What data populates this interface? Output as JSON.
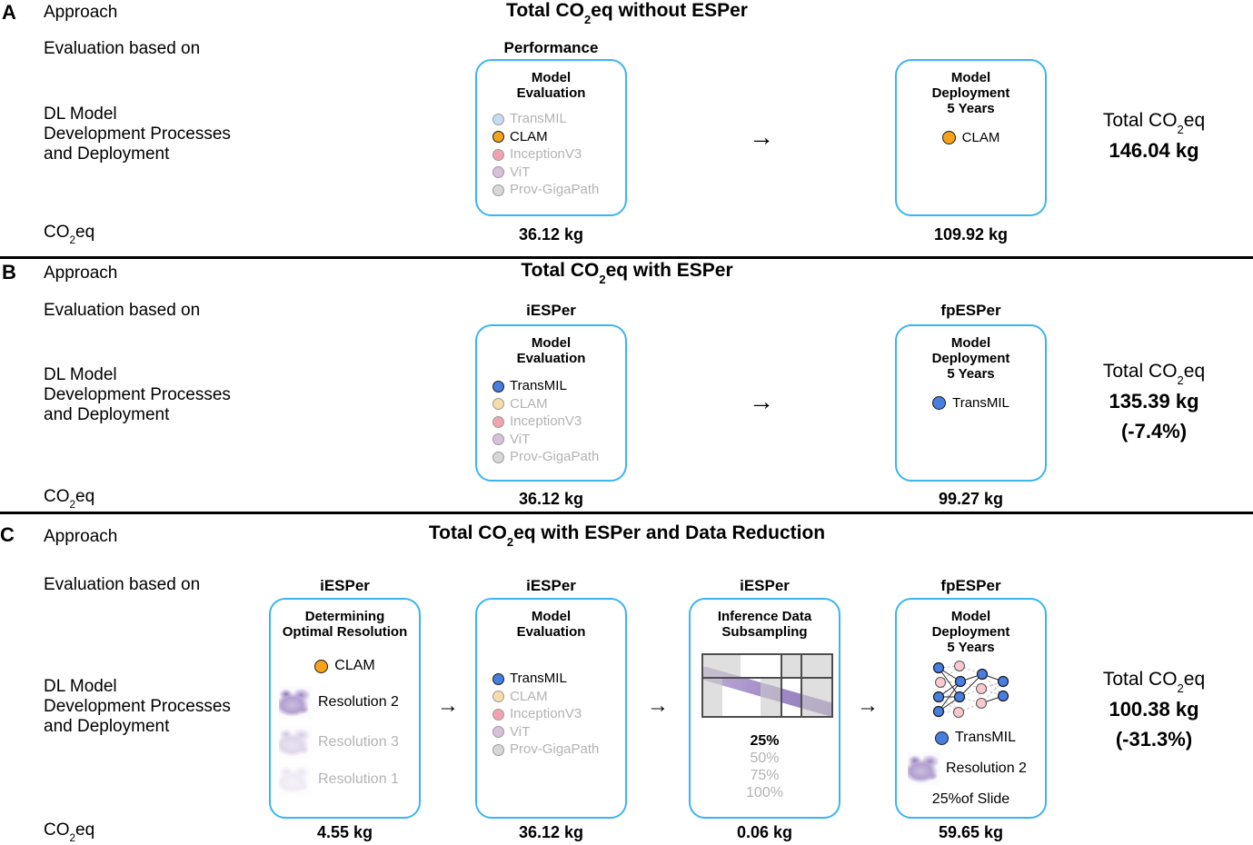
{
  "icons": {
    "right_arrow": "→"
  },
  "colors": {
    "box_border": "#3ab5f2",
    "active_orange": "#f7a21c",
    "active_blue": "#477ee0",
    "pastel_blue": "#c9daf3",
    "pastel_tan": "#f8dcab",
    "pastel_pink": "#f2a4ae",
    "pastel_purple": "#d7c0da",
    "pastel_grey": "#d7d7d7",
    "inactive_text": "#b3b3b3",
    "tissue_purple": "#a48fc2"
  },
  "panels": [
    {
      "label": "A",
      "approach_label": "Approach",
      "title": "Total CO₂eq without ESPer",
      "evaluation_label": "Evaluation based on",
      "dl_label": "DL Model\nDevelopment Processes\nand Deployment",
      "co2_row_label": "CO₂eq",
      "evaluation_box": {
        "header": "Performance",
        "title": "Model\nEvaluation",
        "items": [
          {
            "label": "TransMIL",
            "active": false
          },
          {
            "label": "CLAM",
            "active": true
          },
          {
            "label": "InceptionV3",
            "active": false
          },
          {
            "label": "ViT",
            "active": false
          },
          {
            "label": "Prov-GigaPath",
            "active": false
          }
        ],
        "co2": "36.12 kg"
      },
      "deployment_box": {
        "title": "Model\nDeployment\n5 Years",
        "model": "CLAM",
        "co2": "109.92 kg"
      },
      "total": {
        "label": "Total CO₂eq",
        "value": "146.04 kg"
      }
    },
    {
      "label": "B",
      "approach_label": "Approach",
      "title": "Total CO₂eq with ESPer",
      "evaluation_label": "Evaluation based on",
      "dl_label": "DL Model\nDevelopment Processes\nand Deployment",
      "co2_row_label": "CO₂eq",
      "evaluation_box": {
        "header": "iESPer",
        "title": "Model\nEvaluation",
        "items": [
          {
            "label": "TransMIL",
            "active": true
          },
          {
            "label": "CLAM",
            "active": false
          },
          {
            "label": "InceptionV3",
            "active": false
          },
          {
            "label": "ViT",
            "active": false
          },
          {
            "label": "Prov-GigaPath",
            "active": false
          }
        ],
        "co2": "36.12 kg"
      },
      "deployment_box": {
        "header": "fpESPer",
        "title": "Model\nDeployment\n5 Years",
        "model": "TransMIL",
        "co2": "99.27 kg"
      },
      "total": {
        "label": "Total CO₂eq",
        "value": "135.39 kg",
        "delta": "(-7.4%)"
      }
    },
    {
      "label": "C",
      "approach_label": "Approach",
      "title": "Total CO₂eq with ESPer and Data Reduction",
      "evaluation_label": "Evaluation based on",
      "dl_label": "DL Model\nDevelopment Processes\nand Deployment",
      "co2_row_label": "CO₂eq",
      "resolution_box": {
        "header": "iESPer",
        "title": "Determining\nOptimal Resolution",
        "model": "CLAM",
        "resolutions": [
          {
            "label": "Resolution 2",
            "active": true
          },
          {
            "label": "Resolution 3",
            "active": false
          },
          {
            "label": "Resolution 1",
            "active": false
          }
        ],
        "co2": "4.55 kg"
      },
      "evaluation_box": {
        "header": "iESPer",
        "title": "Model\nEvaluation",
        "items": [
          {
            "label": "TransMIL",
            "active": true
          },
          {
            "label": "CLAM",
            "active": false
          },
          {
            "label": "InceptionV3",
            "active": false
          },
          {
            "label": "ViT",
            "active": false
          },
          {
            "label": "Prov-GigaPath",
            "active": false
          }
        ],
        "co2": "36.12 kg"
      },
      "subsampling_box": {
        "header": "iESPer",
        "title": "Inference Data\nSubsampling",
        "percentages": [
          {
            "label": "25%",
            "active": true
          },
          {
            "label": "50%",
            "active": false
          },
          {
            "label": "75%",
            "active": false
          },
          {
            "label": "100%",
            "active": false
          }
        ],
        "co2": "0.06 kg"
      },
      "deployment_box": {
        "header": "fpESPer",
        "title": "Model\nDeployment\n5 Years",
        "model": "TransMIL",
        "resolution": "Resolution 2",
        "slide_fraction": "25%of Slide",
        "co2": "59.65 kg"
      },
      "total": {
        "label": "Total CO₂eq",
        "value": "100.38 kg",
        "delta": "(-31.3%)"
      }
    }
  ]
}
